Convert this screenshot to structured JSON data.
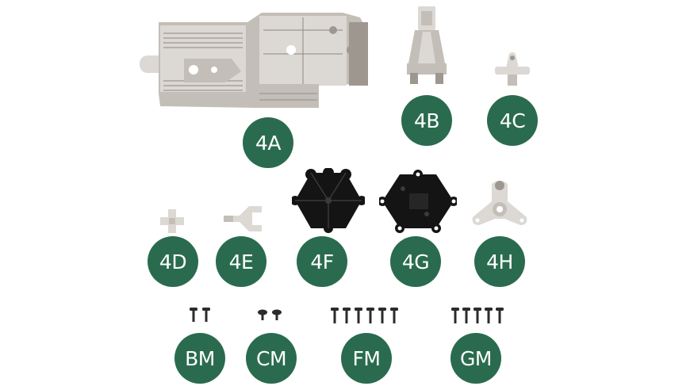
{
  "colors": {
    "badge": "#2a6b4f",
    "badge_text": "#ffffff",
    "part_light": "#dcd9d4",
    "part_mid": "#c3beb7",
    "part_dark": "#9d978f",
    "part_black": "#141414",
    "screw": "#2b2b2b"
  },
  "parts": [
    {
      "id": "4A",
      "label": "4A",
      "icon": "gearbox-housing-icon"
    },
    {
      "id": "4B",
      "label": "4B",
      "icon": "gearbox-bracket-icon"
    },
    {
      "id": "4C",
      "label": "4C",
      "icon": "small-mount-icon"
    },
    {
      "id": "4D",
      "label": "4D",
      "icon": "cross-joint-icon"
    },
    {
      "id": "4E",
      "label": "4E",
      "icon": "fork-joint-icon"
    },
    {
      "id": "4F",
      "label": "4F",
      "icon": "black-hex-cover-icon"
    },
    {
      "id": "4G",
      "label": "4G",
      "icon": "black-hex-plate-icon"
    },
    {
      "id": "4H",
      "label": "4H",
      "icon": "three-arm-mount-icon"
    },
    {
      "id": "BM",
      "label": "BM",
      "icon": "screws-bm-icon"
    },
    {
      "id": "CM",
      "label": "CM",
      "icon": "screws-cm-icon"
    },
    {
      "id": "FM",
      "label": "FM",
      "icon": "screws-fm-icon"
    },
    {
      "id": "GM",
      "label": "GM",
      "icon": "screws-gm-icon"
    }
  ]
}
